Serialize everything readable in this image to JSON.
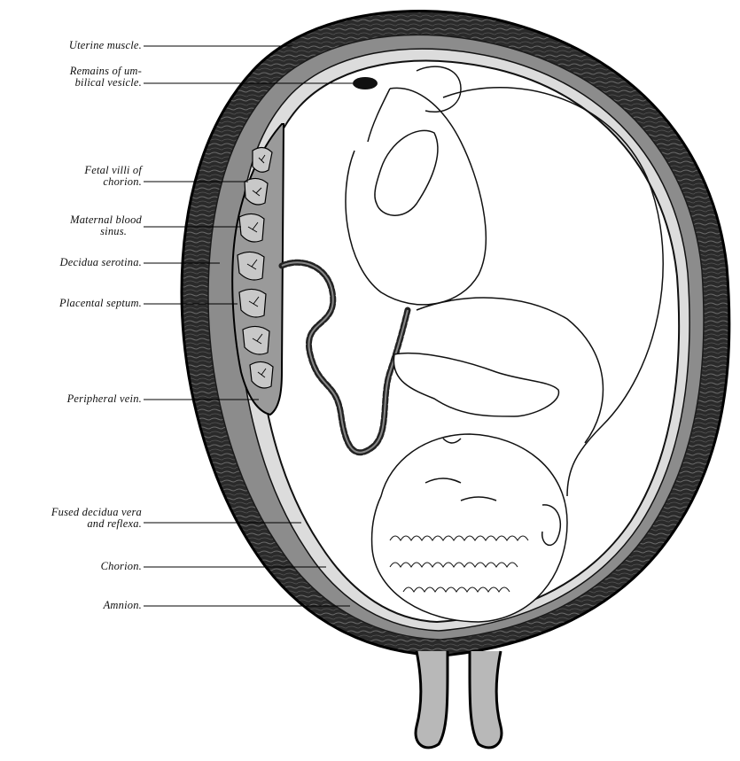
{
  "labels": {
    "uterine_muscle": "Uterine muscle.",
    "remains_umbilical_l1": "Remains of um-",
    "remains_umbilical_l2": "bilical vesicle.",
    "fetal_villi_l1": "Fetal villi of",
    "fetal_villi_l2": "chorion.",
    "maternal_blood_l1": "Maternal blood",
    "maternal_blood_l2": "sinus.",
    "decidua_serotina": "Decidua serotina.",
    "placental_septum": "Placental septum.",
    "peripheral_vein": "Peripheral vein.",
    "fused_decidua_l1": "Fused decidua vera",
    "fused_decidua_l2": "and reflexa.",
    "chorion": "Chorion.",
    "amnion": "Amnion."
  },
  "colors": {
    "muscle": "#1a1a1a",
    "decidua_grey": "#8c8c8c",
    "amniotic_cavity": "#ffffff",
    "outline": "#0d0d0d",
    "cervix_plug": "#b8b8b8"
  }
}
